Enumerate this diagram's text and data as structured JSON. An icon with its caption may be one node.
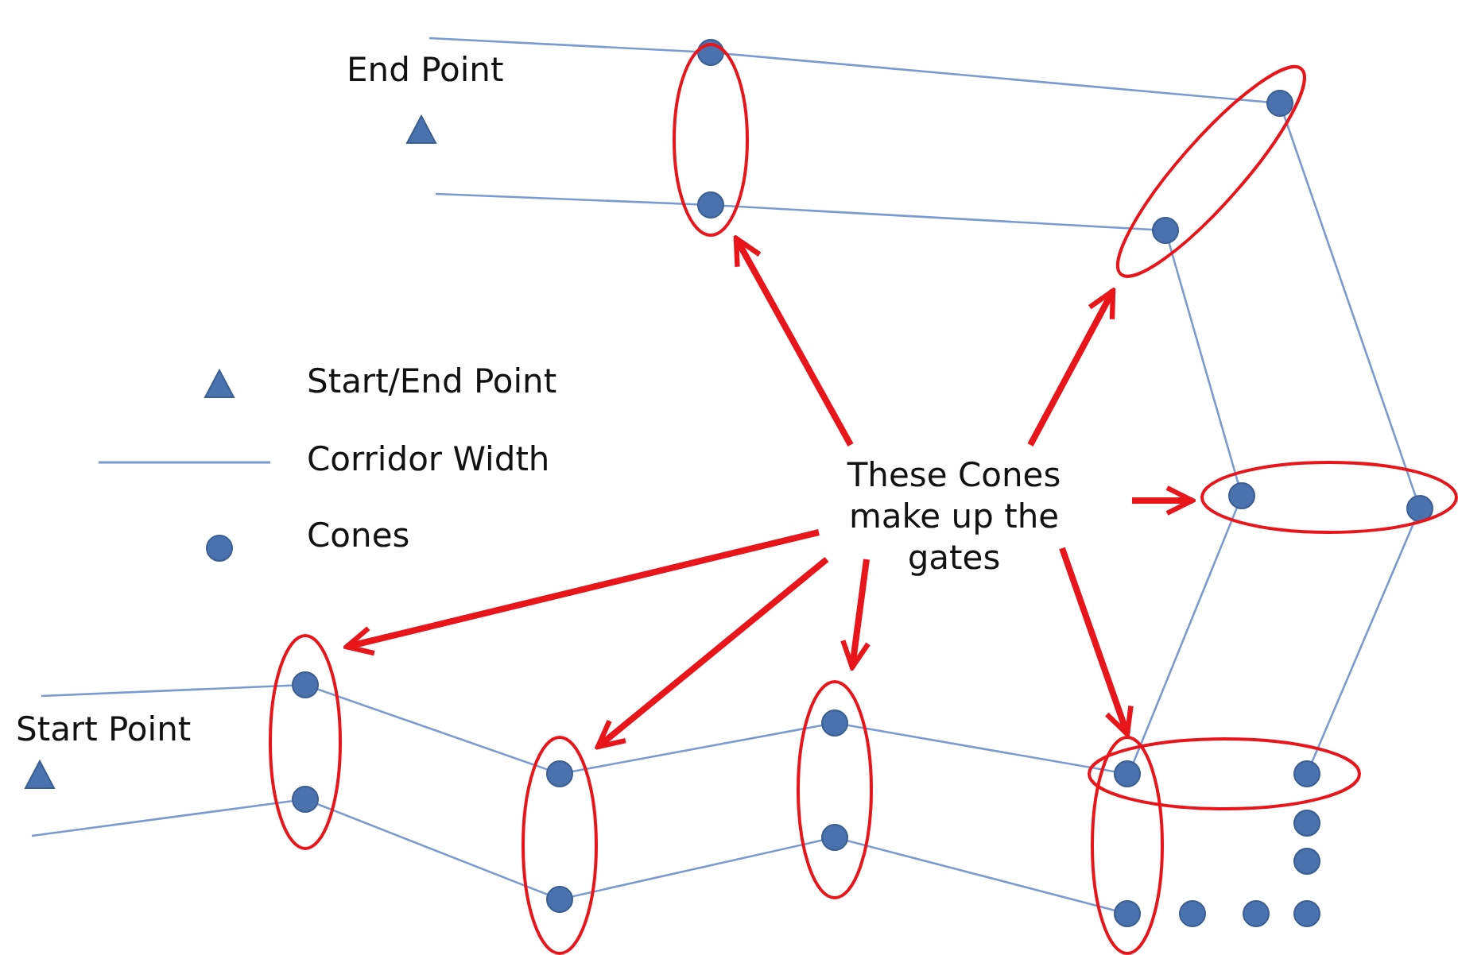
{
  "diagram": {
    "nodes": [
      {
        "text": [
          "These Cones make up the gates"
        ]
      },
      {
        "text": [],
        "shape": "ellipse"
      },
      {
        "text": [],
        "shape": "ellipse"
      },
      {
        "text": [],
        "shape": "ellipse"
      },
      {
        "text": [],
        "shape": "ellipse"
      },
      {
        "text": [],
        "shape": "ellipse"
      },
      {
        "text": [],
        "shape": "ellipse"
      },
      {
        "text": [],
        "shape": "ellipse"
      },
      {
        "text": [],
        "shape": "ellipse"
      }
    ],
    "edges": [
      {
        "from": 0,
        "to": 3,
        "arrow": "to"
      },
      {
        "from": 0,
        "to": 6,
        "arrow": "to"
      },
      {
        "from": 0,
        "to": 8,
        "arrow": "to"
      },
      {
        "from": 0,
        "to": 5,
        "arrow": "to"
      },
      {
        "from": 0,
        "to": 4,
        "arrow": "to"
      },
      {
        "from": 0,
        "to": 2,
        "arrow": "to"
      },
      {
        "from": 0,
        "to": 1,
        "arrow": "to"
      }
    ],
    "labels": [
      "End Point",
      "Start Point"
    ],
    "legend": [
      {
        "text": "Start/End Point"
      },
      {
        "text": "Corridor Width"
      },
      {
        "text": "Cones"
      }
    ]
  }
}
